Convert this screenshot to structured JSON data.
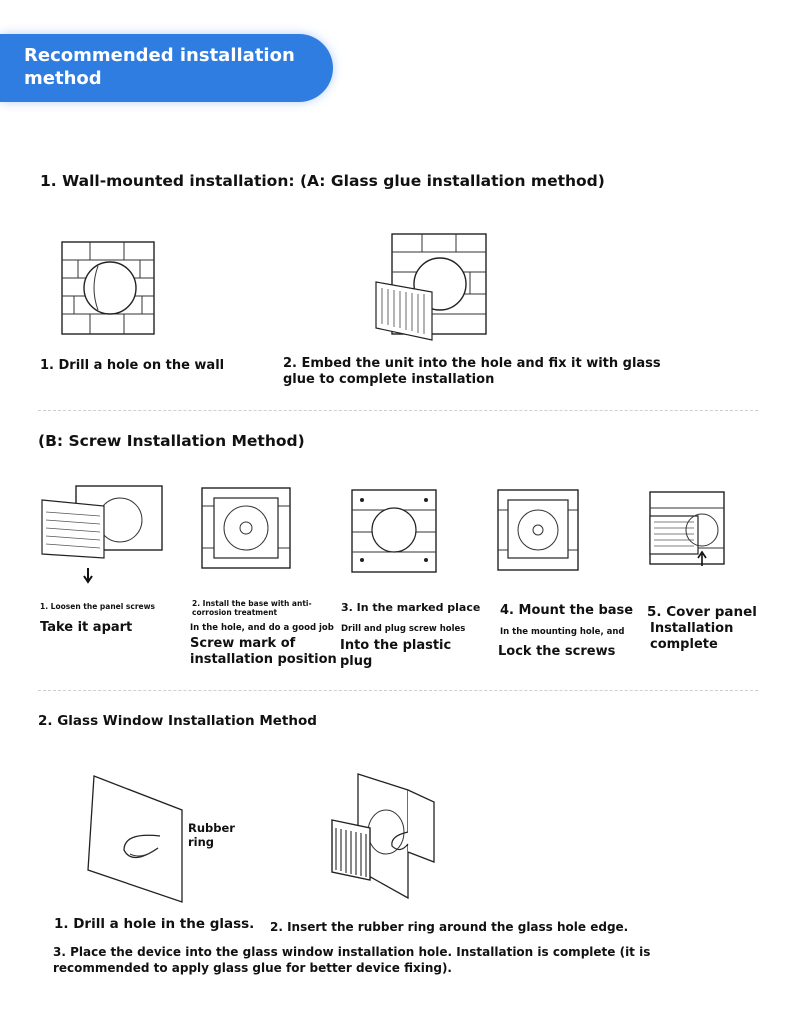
{
  "banner": {
    "title": "Recommended installation method"
  },
  "section1": {
    "title": "1. Wall-mounted installation: (A: Glass glue installation method)",
    "step1": "1. Drill a hole on the wall",
    "step2": "2. Embed the unit into the hole and fix it with glass glue to complete installation"
  },
  "sectionB": {
    "title": "(B: Screw Installation Method)",
    "steps": [
      {
        "small": "1. Loosen the panel screws",
        "main": "Take it apart"
      },
      {
        "small": "2. Install the base with anti-corrosion treatment",
        "small2": "In the hole, and do a good job",
        "main": "Screw mark of installation position"
      },
      {
        "small": "3. In the marked place",
        "small2": "Drill and plug screw holes",
        "main": "Into the plastic plug"
      },
      {
        "small": "4. Mount the base",
        "small2": "In the mounting hole, and",
        "main": "Lock the screws"
      },
      {
        "small": "5. Cover panel",
        "main": "Installation complete"
      }
    ]
  },
  "section2": {
    "title": "2. Glass Window Installation Method",
    "rubber_label": "Rubber ring",
    "step1": "1. Drill a hole in the glass.",
    "step2": "2. Insert the rubber ring around the glass hole edge.",
    "step3": "3. Place the device into the glass window installation hole. Installation is complete (it is recommended to apply glass glue for better device fixing)."
  },
  "colors": {
    "banner": "#2f7de1",
    "text": "#111111"
  }
}
